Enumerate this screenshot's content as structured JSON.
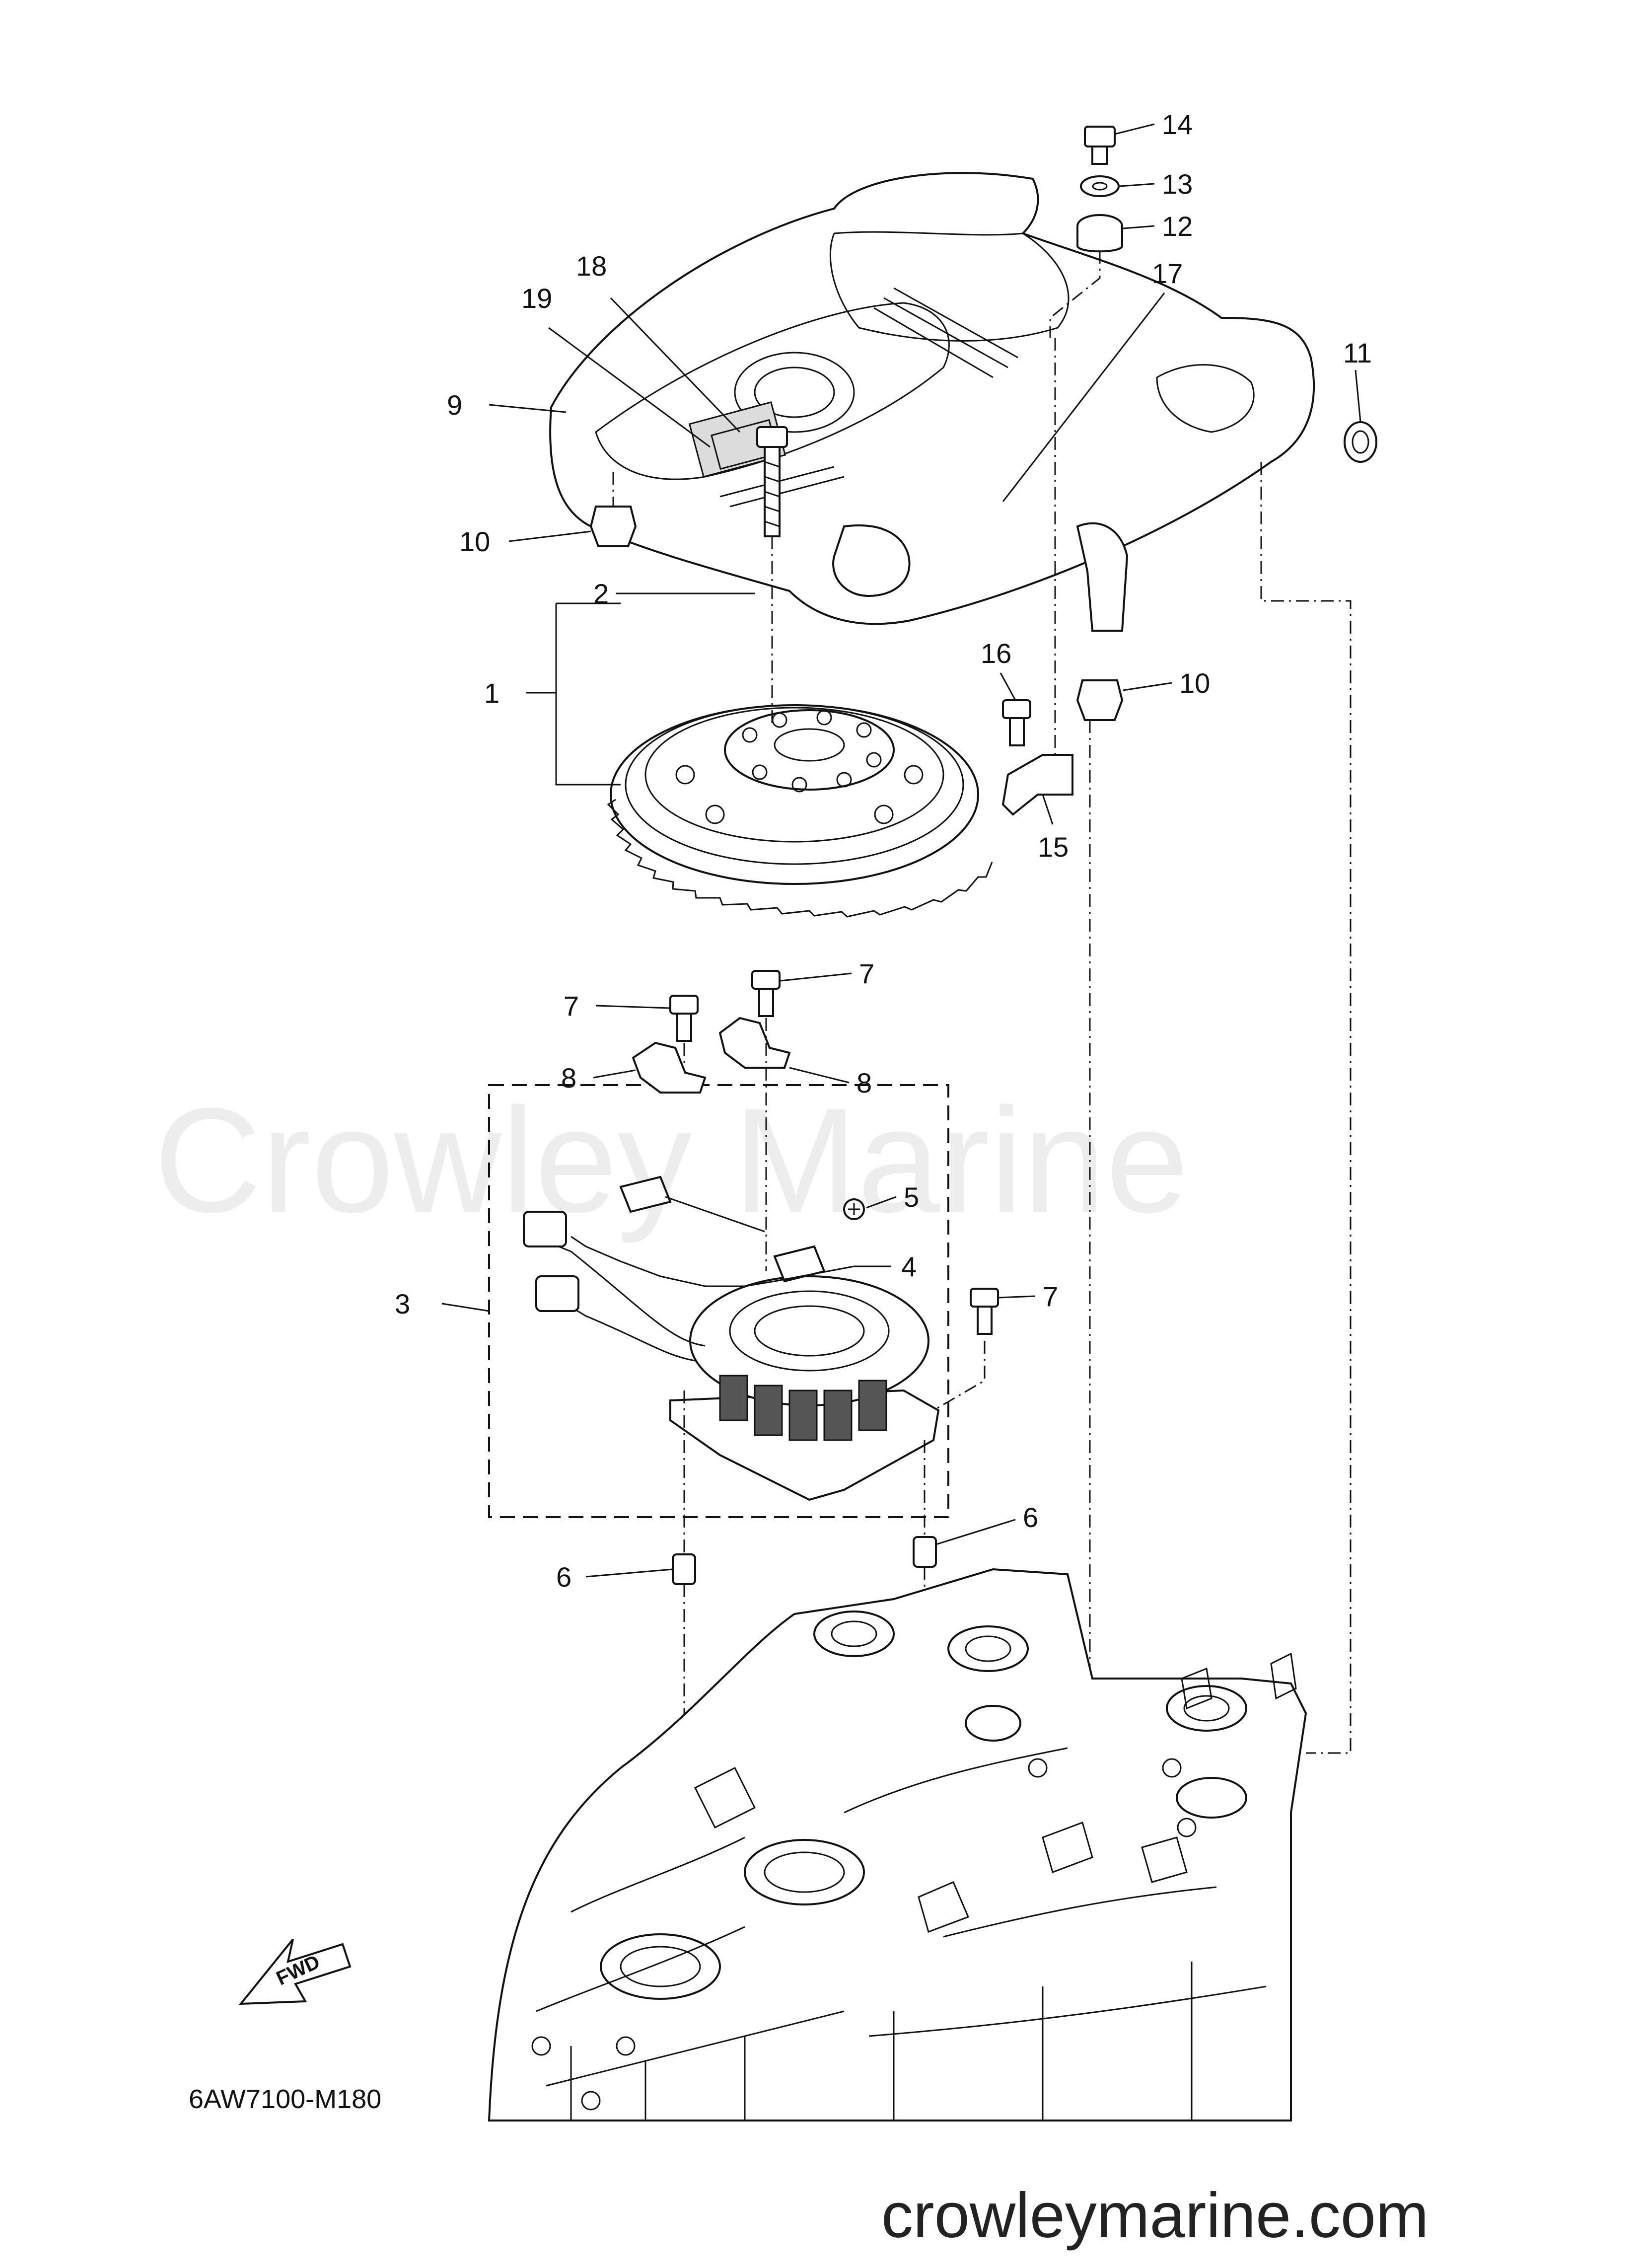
{
  "diagram": {
    "drawing_code": "6AW7100-M180",
    "fwd_label": "FWD",
    "watermark": "Crowley Marine",
    "site": "crowleymarine.com",
    "callouts": [
      "1",
      "2",
      "3",
      "4",
      "5",
      "6",
      "6",
      "7",
      "7",
      "7",
      "8",
      "8",
      "9",
      "10",
      "10",
      "11",
      "12",
      "13",
      "14",
      "15",
      "16",
      "17",
      "18",
      "19"
    ]
  }
}
